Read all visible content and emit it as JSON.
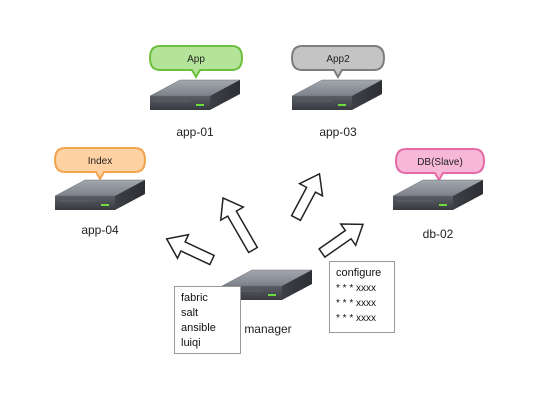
{
  "nodes": {
    "app01": {
      "label": "app-01",
      "bubble": "App",
      "bubble_fill": "#b4e49a",
      "bubble_stroke": "#6cbf3e"
    },
    "app03": {
      "label": "app-03",
      "bubble": "App2",
      "bubble_fill": "#c4c4c4",
      "bubble_stroke": "#7d7d7d"
    },
    "app04": {
      "label": "app-04",
      "bubble": "Index",
      "bubble_fill": "#ffd1a3",
      "bubble_stroke": "#f2a44e"
    },
    "db02": {
      "label": "db-02",
      "bubble": "DB(Slave)",
      "bubble_fill": "#f7b8d8",
      "bubble_stroke": "#e66aa5"
    },
    "manager": {
      "label": "manager"
    }
  },
  "tools_box": {
    "lines": [
      "fabric",
      "salt",
      "ansible",
      "luiqi"
    ]
  },
  "config_box": {
    "title": "configure",
    "lines": [
      "* * * xxxx",
      "* * * xxxx",
      "* * * xxxx"
    ]
  },
  "colors": {
    "server_top": "#8a8e96",
    "server_front": "#4a4d55",
    "server_led": "#6fdc3c"
  }
}
